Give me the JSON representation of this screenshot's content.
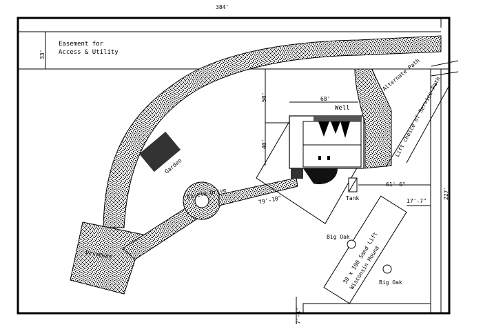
{
  "dimensions": {
    "top_width": "384'",
    "easement_depth": "33'",
    "setback_1": "50'",
    "setback_2": "40'",
    "house_width": "68'",
    "drive_length": "79'-10\"",
    "tank_offset": "61'-6\"",
    "right_offset": "17'-7\"",
    "side_depth": "227'",
    "bottom_offset": "7'-4\""
  },
  "labels": {
    "easement_line1": "Easement for",
    "easement_line2": "Access & Utility",
    "alternate_path": "Alternate Path",
    "service_path": "Lift choice of Service Path",
    "well": "Well",
    "garden": "Garden",
    "tank": "Tank",
    "driveway": "Driveway",
    "circle_drive": "Circle Drive",
    "big_oak_1": "Big Oak",
    "big_oak_2": "Big Oak",
    "mound_line1": "30 x 100 Sand Lift",
    "mound_line2": "Wisconsin Mound"
  },
  "colors": {
    "line": "#000000",
    "garden_fill": "#333333",
    "background": "#ffffff"
  }
}
